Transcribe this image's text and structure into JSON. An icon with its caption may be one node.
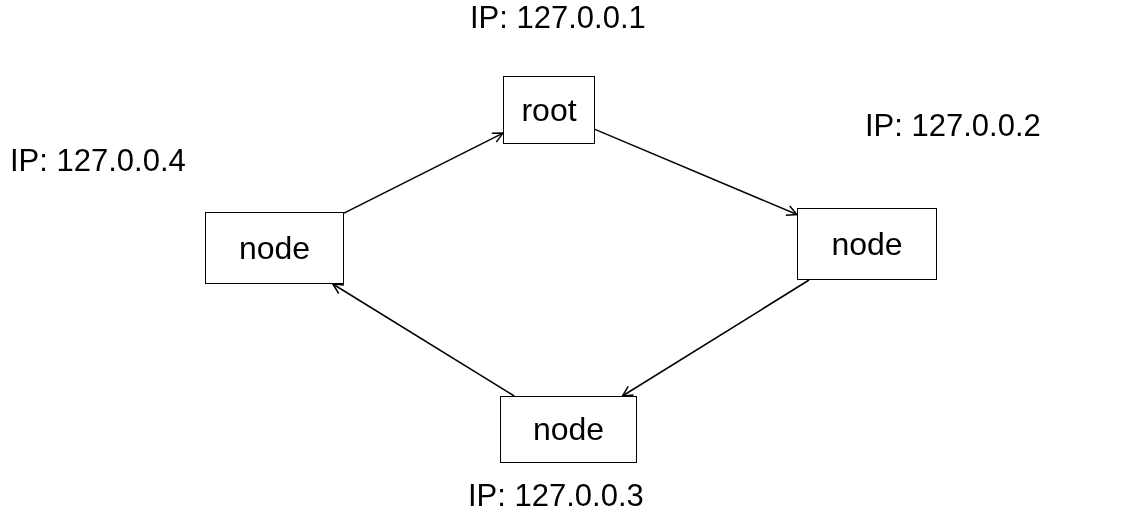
{
  "diagram": {
    "nodes": [
      {
        "text": [
          "root"
        ],
        "beside": [
          "IP: 127.0.0.1"
        ]
      },
      {
        "text": [
          "node"
        ],
        "beside": [
          "IP: 127.0.0.2"
        ]
      },
      {
        "text": [
          "node"
        ],
        "beside": [
          "IP: 127.0.0.3"
        ]
      },
      {
        "text": [
          "node"
        ],
        "beside": [
          "IP: 127.0.0.4"
        ]
      }
    ],
    "edges": [
      {
        "from": 3,
        "to": 0,
        "arrow": "to"
      },
      {
        "from": 0,
        "to": 1,
        "arrow": "to"
      },
      {
        "from": 1,
        "to": 2,
        "arrow": "to"
      },
      {
        "from": 2,
        "to": 3,
        "arrow": "to"
      }
    ]
  }
}
